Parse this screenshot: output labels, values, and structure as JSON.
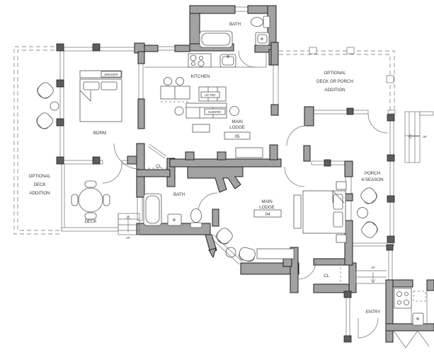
{
  "plan": {
    "labels": {
      "bath_upper": "BATH",
      "kitchen": "KITCHEN",
      "bdrm": "BDRM",
      "dresser": "DRESSER",
      "uc_ref": "U/C REF",
      "sleeper": "SLEEPER",
      "lodge05": {
        "l1": "MAIN",
        "l2": "LODGE",
        "num": "05"
      },
      "lodge04": {
        "l1": "MAIN",
        "l2": "LODGE",
        "num": "04"
      },
      "closet_upper": "CL",
      "closet_lower": "CL",
      "bath_lower": "BATH",
      "deck": "DECK",
      "entry": "ENTRY",
      "porch": {
        "l1": "PORCH",
        "l2": "4-SEASON"
      },
      "optional_deck": {
        "l1": "OPTIONAL",
        "l2": "DECK",
        "l3": "ADDITION"
      },
      "optional_deck_porch": {
        "l1": "OPTIONAL",
        "l2": "DECK OR PORCH",
        "l3": "ADDITION"
      },
      "up_deck": "UP",
      "up_side": "UP",
      "up_entry": "UP"
    },
    "colors": {
      "wall": "#a2a2a2",
      "wall_outline": "#1f1f1f",
      "post": "#5d5d5d",
      "line": "#6e6e6e",
      "dashed": "#8f8f8f",
      "text": "#3a3a3a",
      "background": "#ffffff"
    }
  }
}
